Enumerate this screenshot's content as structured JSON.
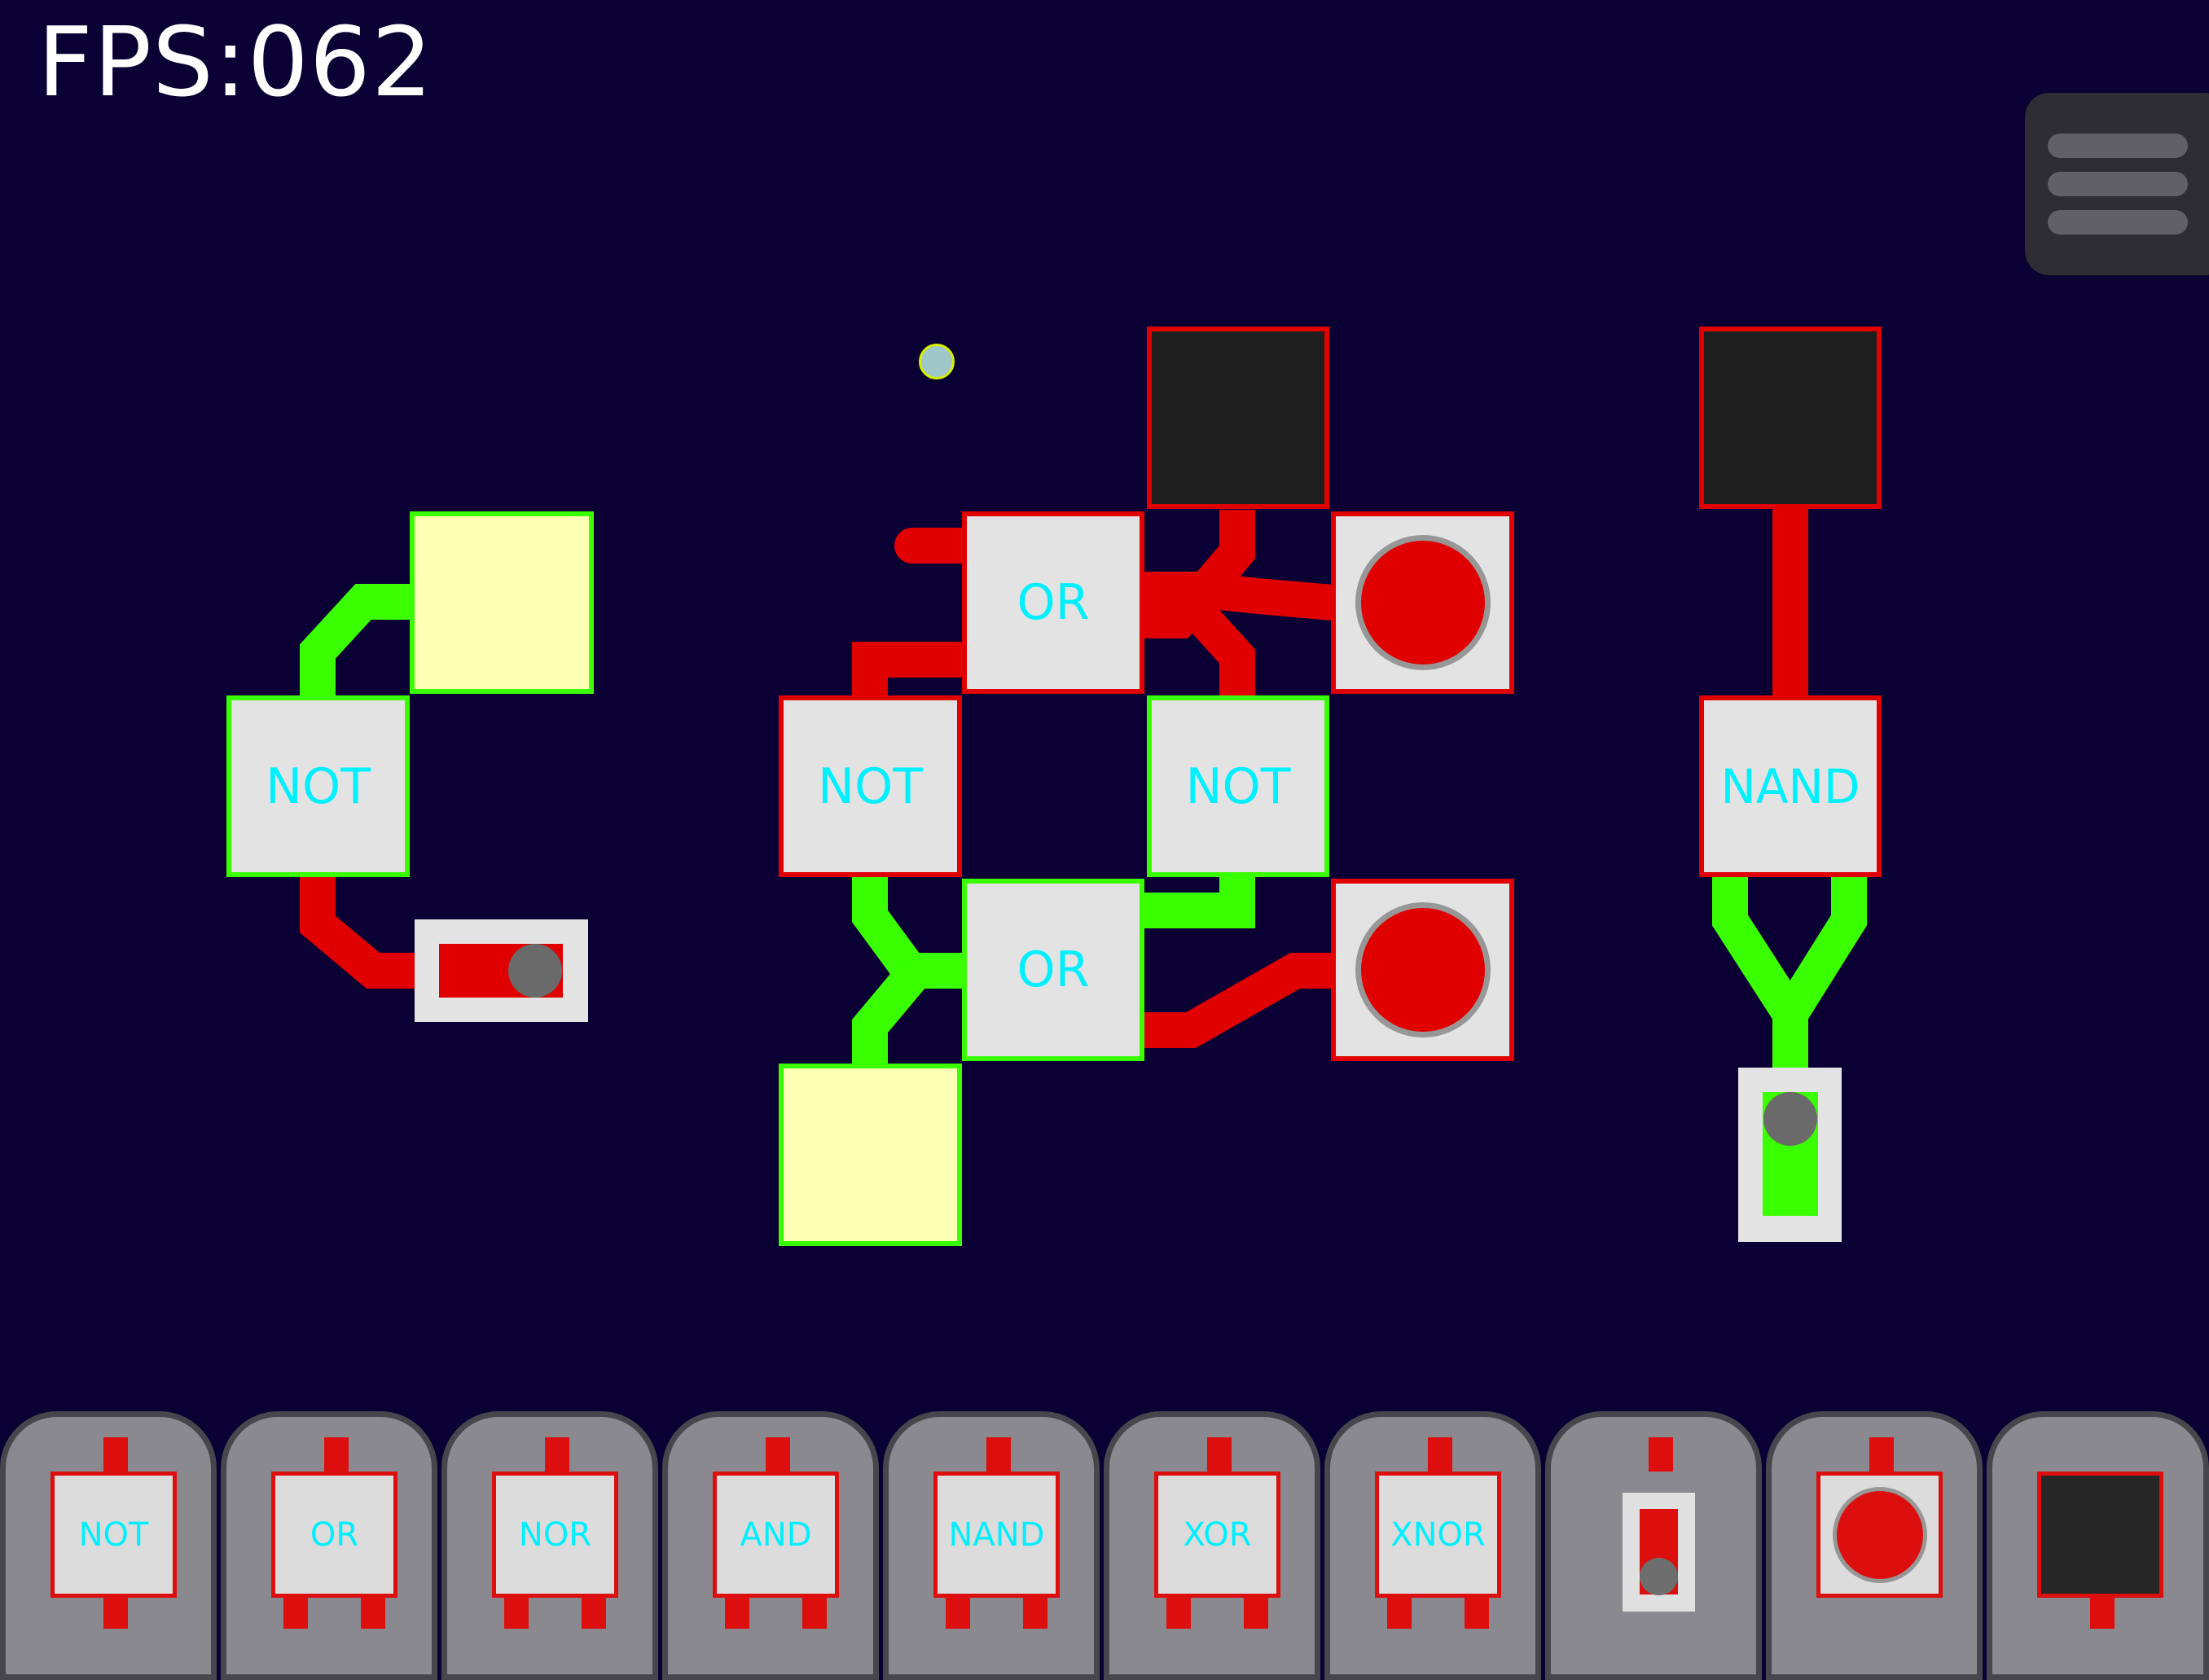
{
  "hud": {
    "fps_label": "FPS:062"
  },
  "menu": {
    "icon": "hamburger-menu-icon"
  },
  "colors": {
    "background": "#0b0033",
    "signal_on": "#39ff00",
    "signal_off": "#e10000",
    "gate_fill": "#e3e3e3",
    "gate_text": "#00f0ff",
    "light_on": "#ffffb5",
    "light_off": "#1e1e1e",
    "toolbar_tab": "#8a898f",
    "menu_bg": "#2e2d33"
  },
  "canvas": {
    "circuit_left": {
      "light": {
        "state": "on"
      },
      "not_gate": {
        "label": "NOT",
        "state": "on"
      },
      "switch": {
        "orientation": "horizontal",
        "state": "off"
      }
    },
    "circuit_middle": {
      "dark_light": {
        "state": "off"
      },
      "or_gate_top": {
        "label": "OR",
        "state": "off"
      },
      "lamp_top": {
        "state": "off"
      },
      "not_gate_left": {
        "label": "NOT",
        "state": "off"
      },
      "not_gate_right": {
        "label": "NOT",
        "state": "on"
      },
      "or_gate_bottom": {
        "label": "OR",
        "state": "on"
      },
      "lamp_bottom": {
        "state": "off"
      },
      "light_bottom": {
        "state": "on"
      }
    },
    "circuit_right": {
      "dark_light": {
        "state": "off"
      },
      "nand_gate": {
        "label": "NAND",
        "state": "off"
      },
      "switch": {
        "orientation": "vertical",
        "state": "on"
      }
    }
  },
  "toolbar": {
    "items": [
      {
        "label": "NOT",
        "type": "gate"
      },
      {
        "label": "OR",
        "type": "gate"
      },
      {
        "label": "NOR",
        "type": "gate"
      },
      {
        "label": "AND",
        "type": "gate"
      },
      {
        "label": "NAND",
        "type": "gate"
      },
      {
        "label": "XOR",
        "type": "gate"
      },
      {
        "label": "XNOR",
        "type": "gate"
      },
      {
        "label": "",
        "type": "switch"
      },
      {
        "label": "",
        "type": "lamp"
      },
      {
        "label": "",
        "type": "light"
      }
    ]
  }
}
